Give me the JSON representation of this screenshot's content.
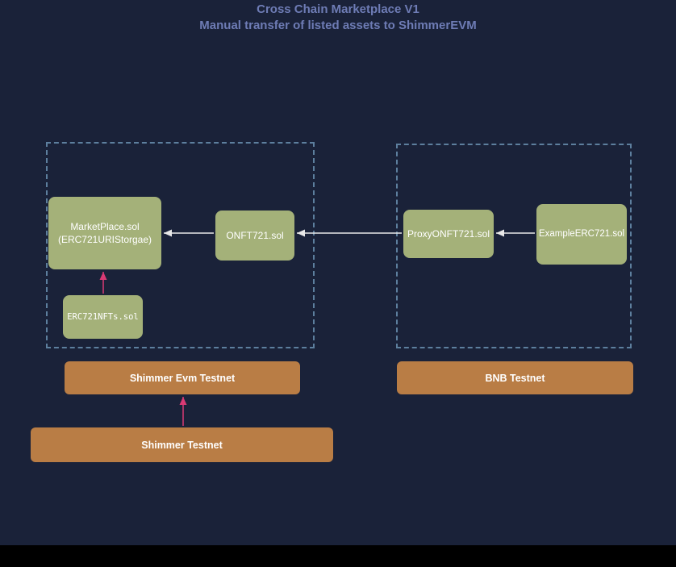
{
  "title": {
    "line1": "Cross Chain Marketplace V1",
    "line2": "Manual transfer of listed assets to ShimmerEVM"
  },
  "nodes": {
    "marketplace_line1": "MarketPlace.sol",
    "marketplace_line2": "(ERC721URIStorgae)",
    "onft721": "ONFT721.sol",
    "erc721nfts": "ERC721NFTs.sol",
    "proxyonft721": "ProxyONFT721.sol",
    "example_erc721": "ExampleERC721.sol"
  },
  "chains": {
    "shimmer_evm": "Shimmer Evm Testnet",
    "bnb": "BNB Testnet",
    "shimmer": "Shimmer Testnet"
  },
  "edges": [
    {
      "from": "ONFT721.sol",
      "to": "MarketPlace.sol",
      "color": "white"
    },
    {
      "from": "ProxyONFT721.sol",
      "to": "ONFT721.sol",
      "color": "white"
    },
    {
      "from": "ExampleERC721.sol",
      "to": "ProxyONFT721.sol",
      "color": "white"
    },
    {
      "from": "ERC721NFTs.sol",
      "to": "MarketPlace.sol",
      "color": "pink"
    },
    {
      "from": "Shimmer Testnet",
      "to": "Shimmer Evm Testnet",
      "color": "pink"
    }
  ],
  "colors": {
    "background": "#1a2239",
    "title_text": "#6e7cb5",
    "node_green": "#a4b179",
    "chain_copper": "#b97d45",
    "dashed_border": "#5d7f9e",
    "arrow_white": "#e8e8e8",
    "arrow_pink": "#d93a74",
    "bottom_bar": "#000000"
  }
}
